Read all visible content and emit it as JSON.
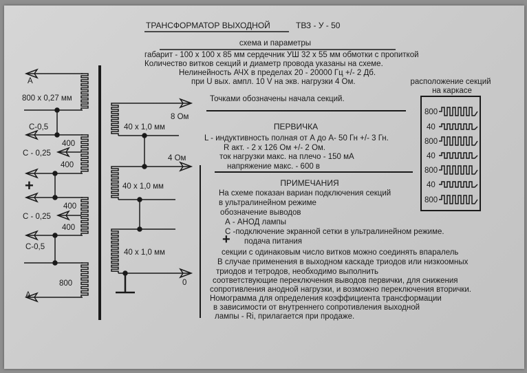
{
  "header": {
    "title": "ТРАНСФОРМАТОР ВЫХОДНОЙ",
    "model": "ТВЗ - У - 50",
    "subtitle": "схема и параметры",
    "lines": [
      "габарит - 100 х 100 х 85 мм   сердечник УШ 32 х 55 мм   обмотки с пропиткой",
      "Количество витков секций и диаметр провода указаны на схеме.",
      "Нелинейность АЧХ в пределах 20 - 20000 Гц +/- 2 Дб.",
      "при U вых. ампл. 10 V на экв. нагрузки 4 Ом.",
      "Точками обозначены начала секций."
    ]
  },
  "primary": {
    "heading": "ПЕРВИЧКА",
    "lines": [
      "L - индуктивность полная от А до А- 50 Гн  +/- 3 Гн.",
      "R акт. - 2 х 126 Ом  +/- 2 Ом.",
      "ток нагрузки макс. на плечо - 150 мА",
      "напряжение макс. - 600 в"
    ]
  },
  "notes": {
    "heading": "ПРИМЕЧАНИЯ",
    "lines": [
      "На схеме показан вариан подключения секций",
      "в ультралинейном режиме",
      "обозначение выводов",
      "А - АНОД лампы",
      "С -подключение экранной сетки  в ультралинейном режиме.",
      "подача питания",
      "секции с одинаковым число витков можно   соединять впаралель",
      "В случае применения в выходном каскаде триодов или низкоомных",
      "триодов и тетродов, необходимо выполнить",
      "соответствующие переключения выводов первички,  для снижения",
      "сопротивления анодной нагрузки, и возможно переключения вторички.",
      "Номограмма для определения коэффициента трансформации",
      "в зависимости от внутреннего сопротивления выходной",
      "лампы - Ri, прилагается при продаже."
    ]
  },
  "layout_box": {
    "title1": "расположение секций",
    "title2": "на каркасе",
    "rows": [
      "800",
      "40",
      "800",
      "40",
      "800",
      "40",
      "800"
    ]
  },
  "schematic": {
    "primary_labels": {
      "a_top": "А",
      "coil_top": "800 х 0,27 мм",
      "c05_top": "С-0,5",
      "n400a": "400",
      "c025_top": "С - 0,25",
      "n400b": "400",
      "plus": "+",
      "n400c": "400",
      "c025_bot": "С - 0,25",
      "n400d": "400",
      "c05_bot": "С-0,5",
      "coil_bot": "800",
      "a_bot": "А"
    },
    "secondary_labels": {
      "out8": "8 Ом",
      "coil1": "40 х 1,0 мм",
      "out4": "4 Ом",
      "coil2": "40 х 1,0 мм",
      "coil3": "40 х 1,0 мм",
      "out0": "0"
    }
  }
}
